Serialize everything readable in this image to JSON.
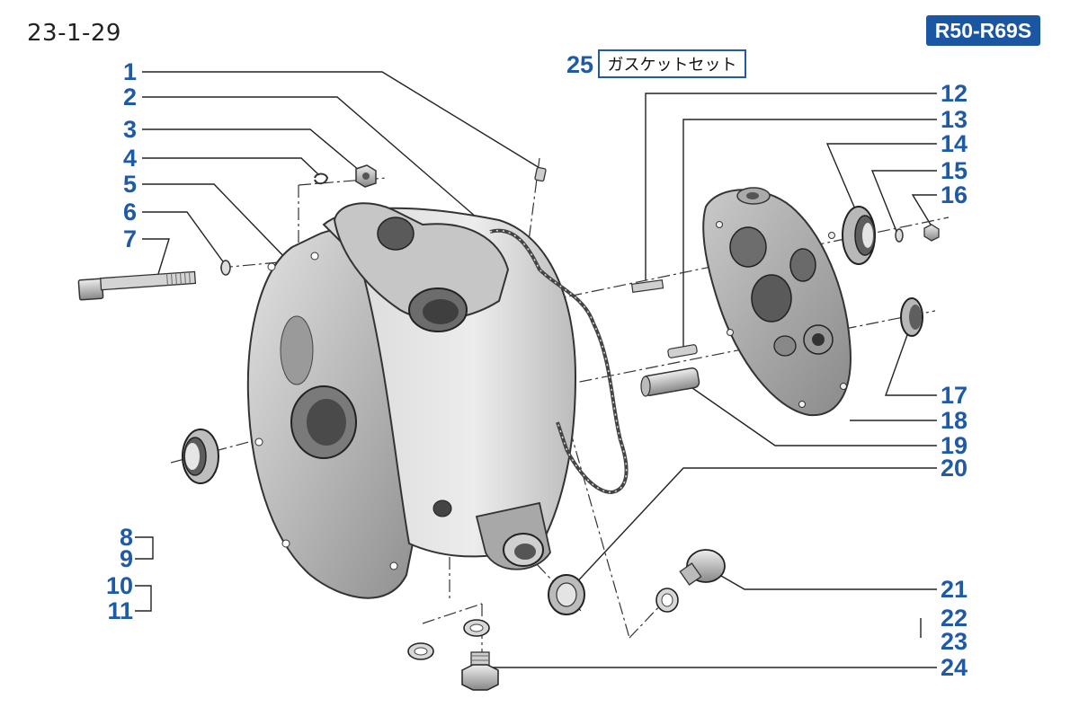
{
  "header": {
    "page_id": "23-1-29",
    "model_range": "R50-R69S"
  },
  "gasket_set": {
    "number": "25",
    "label": "ガスケットセット"
  },
  "callouts_left": [
    "1",
    "2",
    "3",
    "4",
    "5",
    "6",
    "7",
    "8",
    "9",
    "10",
    "11"
  ],
  "callouts_right": [
    "12",
    "13",
    "14",
    "15",
    "16",
    "17",
    "18",
    "19",
    "20",
    "21",
    "22",
    "23",
    "24"
  ],
  "colors": {
    "accent_blue": "#1e5aa6",
    "badge_blue": "#1b56a3",
    "line": "#222222"
  }
}
